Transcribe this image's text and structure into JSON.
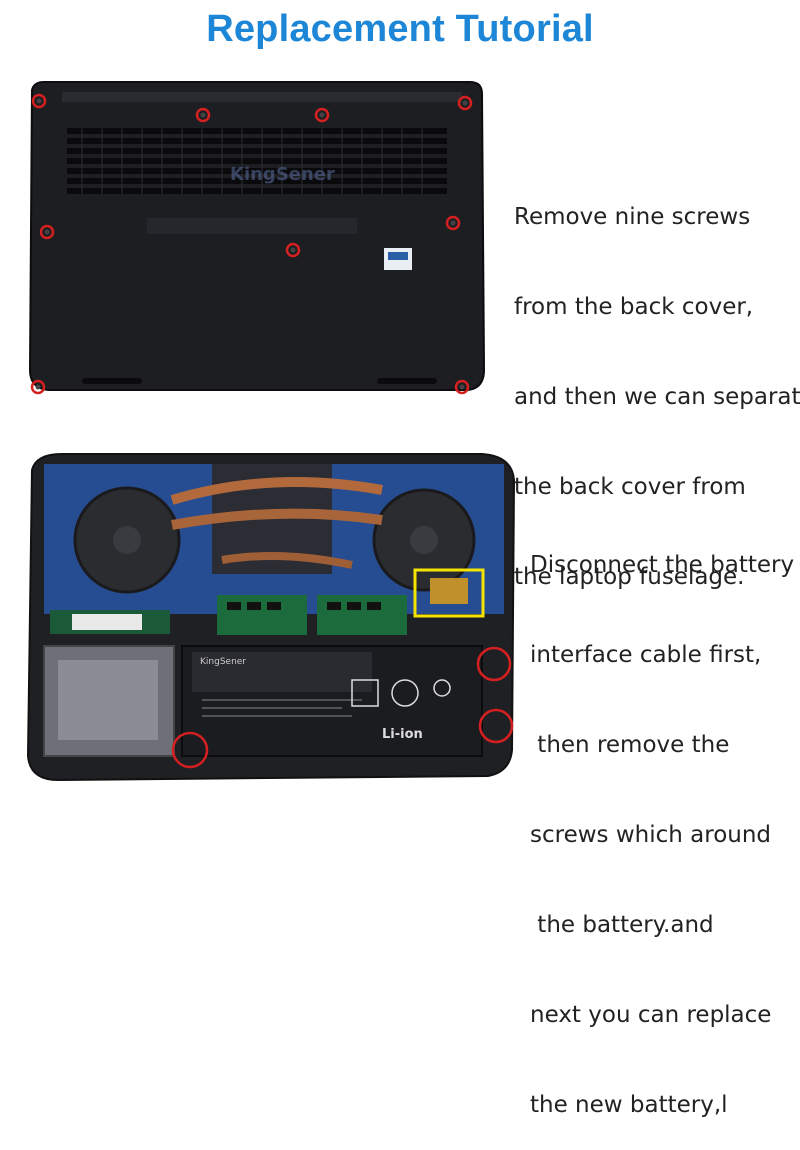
{
  "title": "Replacement Tutorial",
  "step1": {
    "lines": [
      "Remove nine screws",
      "from the back cover,",
      "and then we can separate",
      "the back cover from",
      "the laptop fuselage."
    ]
  },
  "step2": {
    "lines": [
      "Disconnect the battery",
      "interface cable first,",
      " then remove the",
      "screws which around",
      " the battery.and",
      "next you can replace",
      "the new battery,l"
    ]
  },
  "watermark": "KingSener",
  "battery_label": "Li-ion",
  "colors": {
    "title": "#1d86d6",
    "highlight_circle": "#d42020",
    "highlight_box": "#f5e400"
  }
}
